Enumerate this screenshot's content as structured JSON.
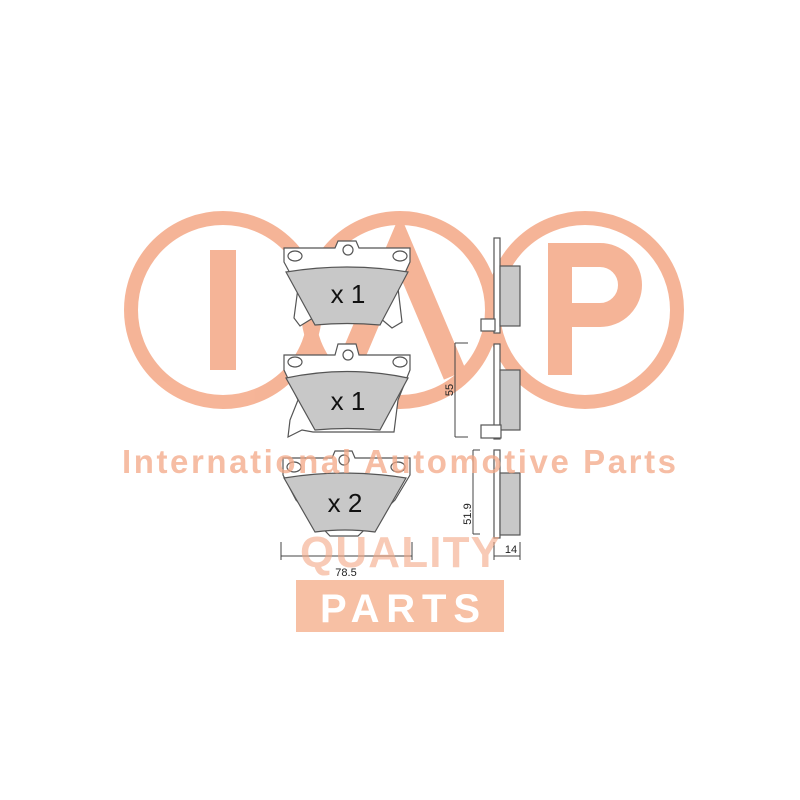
{
  "watermark": {
    "logo_letters": "IAP",
    "tagline": "International Automotive Parts",
    "quality": "QUALITY",
    "parts": "PARTS",
    "color": "#f4a886"
  },
  "drawing": {
    "pads": [
      {
        "quantity": "x 1"
      },
      {
        "quantity": "x 1"
      },
      {
        "quantity": "x 2"
      }
    ],
    "dimensions": {
      "width": "78.5",
      "height_upper": "55",
      "height_lower": "51.9",
      "thickness": "14"
    },
    "colors": {
      "friction": "#c8c8c8",
      "line": "#555555"
    }
  }
}
